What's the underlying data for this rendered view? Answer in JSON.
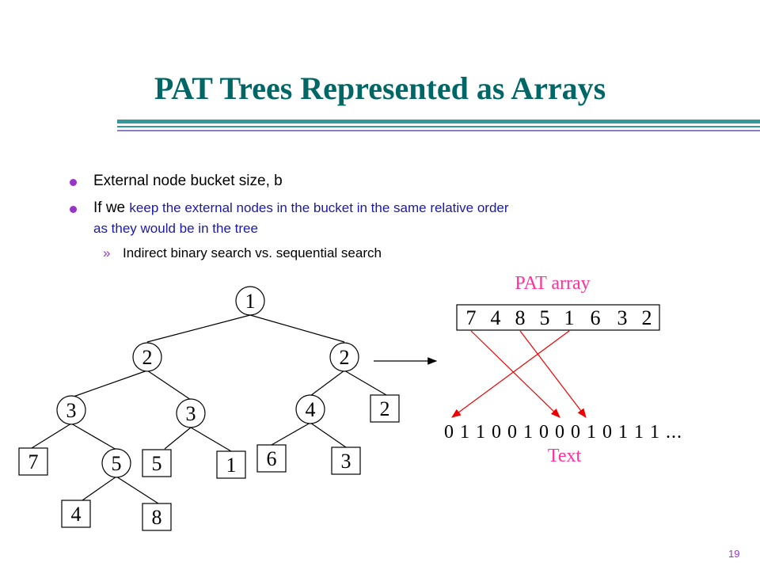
{
  "title": "PAT Trees Represented as Arrays",
  "bullets": {
    "b1": "External node bucket size, b",
    "b2_prefix": "If we",
    "b2_rest": "keep the external nodes in the bucket in the same relative order",
    "b2_line2": "as they would be in the tree",
    "sub_marker": "»",
    "sub": "Indirect binary search vs. sequential search"
  },
  "diagram": {
    "pat_array_label": "PAT array",
    "pat_array": [
      "7",
      "4",
      "8",
      "5",
      "1",
      "6",
      "3",
      "2"
    ],
    "text_bits": "0 1 1 0 0 1 0 0 0 1 0 1 1 1 ...",
    "text_label": "Text",
    "tree": {
      "internal": [
        "1",
        "2",
        "2",
        "3",
        "3",
        "4",
        "5"
      ],
      "external": [
        "7",
        "5",
        "1",
        "6",
        "3",
        "2",
        "4",
        "8"
      ]
    }
  },
  "colors": {
    "title": "#006666",
    "accent": "#9933cc",
    "pink_label": "#ff3399",
    "pointer": "#ee0000"
  },
  "page_number": "19"
}
